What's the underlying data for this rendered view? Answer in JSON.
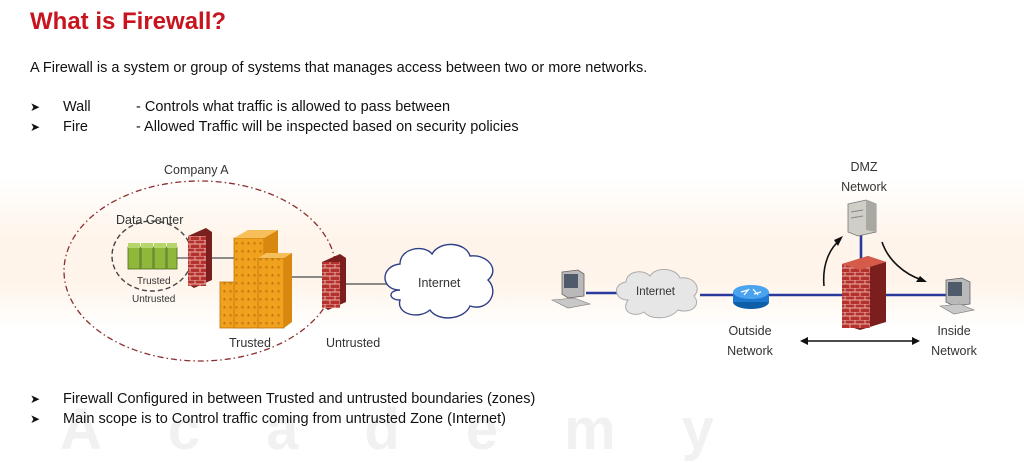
{
  "title": "What is Firewall?",
  "intro": "A Firewall is a system or group of systems that manages access between two or more networks.",
  "bullets": [
    {
      "term": "Wall",
      "desc": "- Controls what traffic is allowed to pass between"
    },
    {
      "term": "Fire",
      "desc": "- Allowed Traffic will be inspected based on security policies"
    }
  ],
  "left_diagram": {
    "company": "Company A",
    "data_center": "Data Center",
    "dc_trusted": "Trusted",
    "dc_untrusted": "Untrusted",
    "trusted": "Trusted",
    "untrusted": "Untrusted",
    "internet": "Internet"
  },
  "right_diagram": {
    "dmz_line1": "DMZ",
    "dmz_line2": "Network",
    "internet": "Internet",
    "outside_line1": "Outside",
    "outside_line2": "Network",
    "inside_line1": "Inside",
    "inside_line2": "Network"
  },
  "bottom_bullets": [
    "Firewall Configured in between Trusted and untrusted boundaries (zones)",
    "Main scope is to Control traffic coming from untrusted Zone (Internet)"
  ],
  "watermark": "Academy",
  "colors": {
    "title": "#c8141e",
    "firewall": "#b22a2a",
    "building": "#f0a21e",
    "link": "#2a3a9a",
    "router": "#1f78d1"
  },
  "icons": [
    "bullet-arrow-icon",
    "firewall-icon",
    "building-icon",
    "server-icon",
    "cloud-icon",
    "router-icon",
    "pc-icon"
  ]
}
